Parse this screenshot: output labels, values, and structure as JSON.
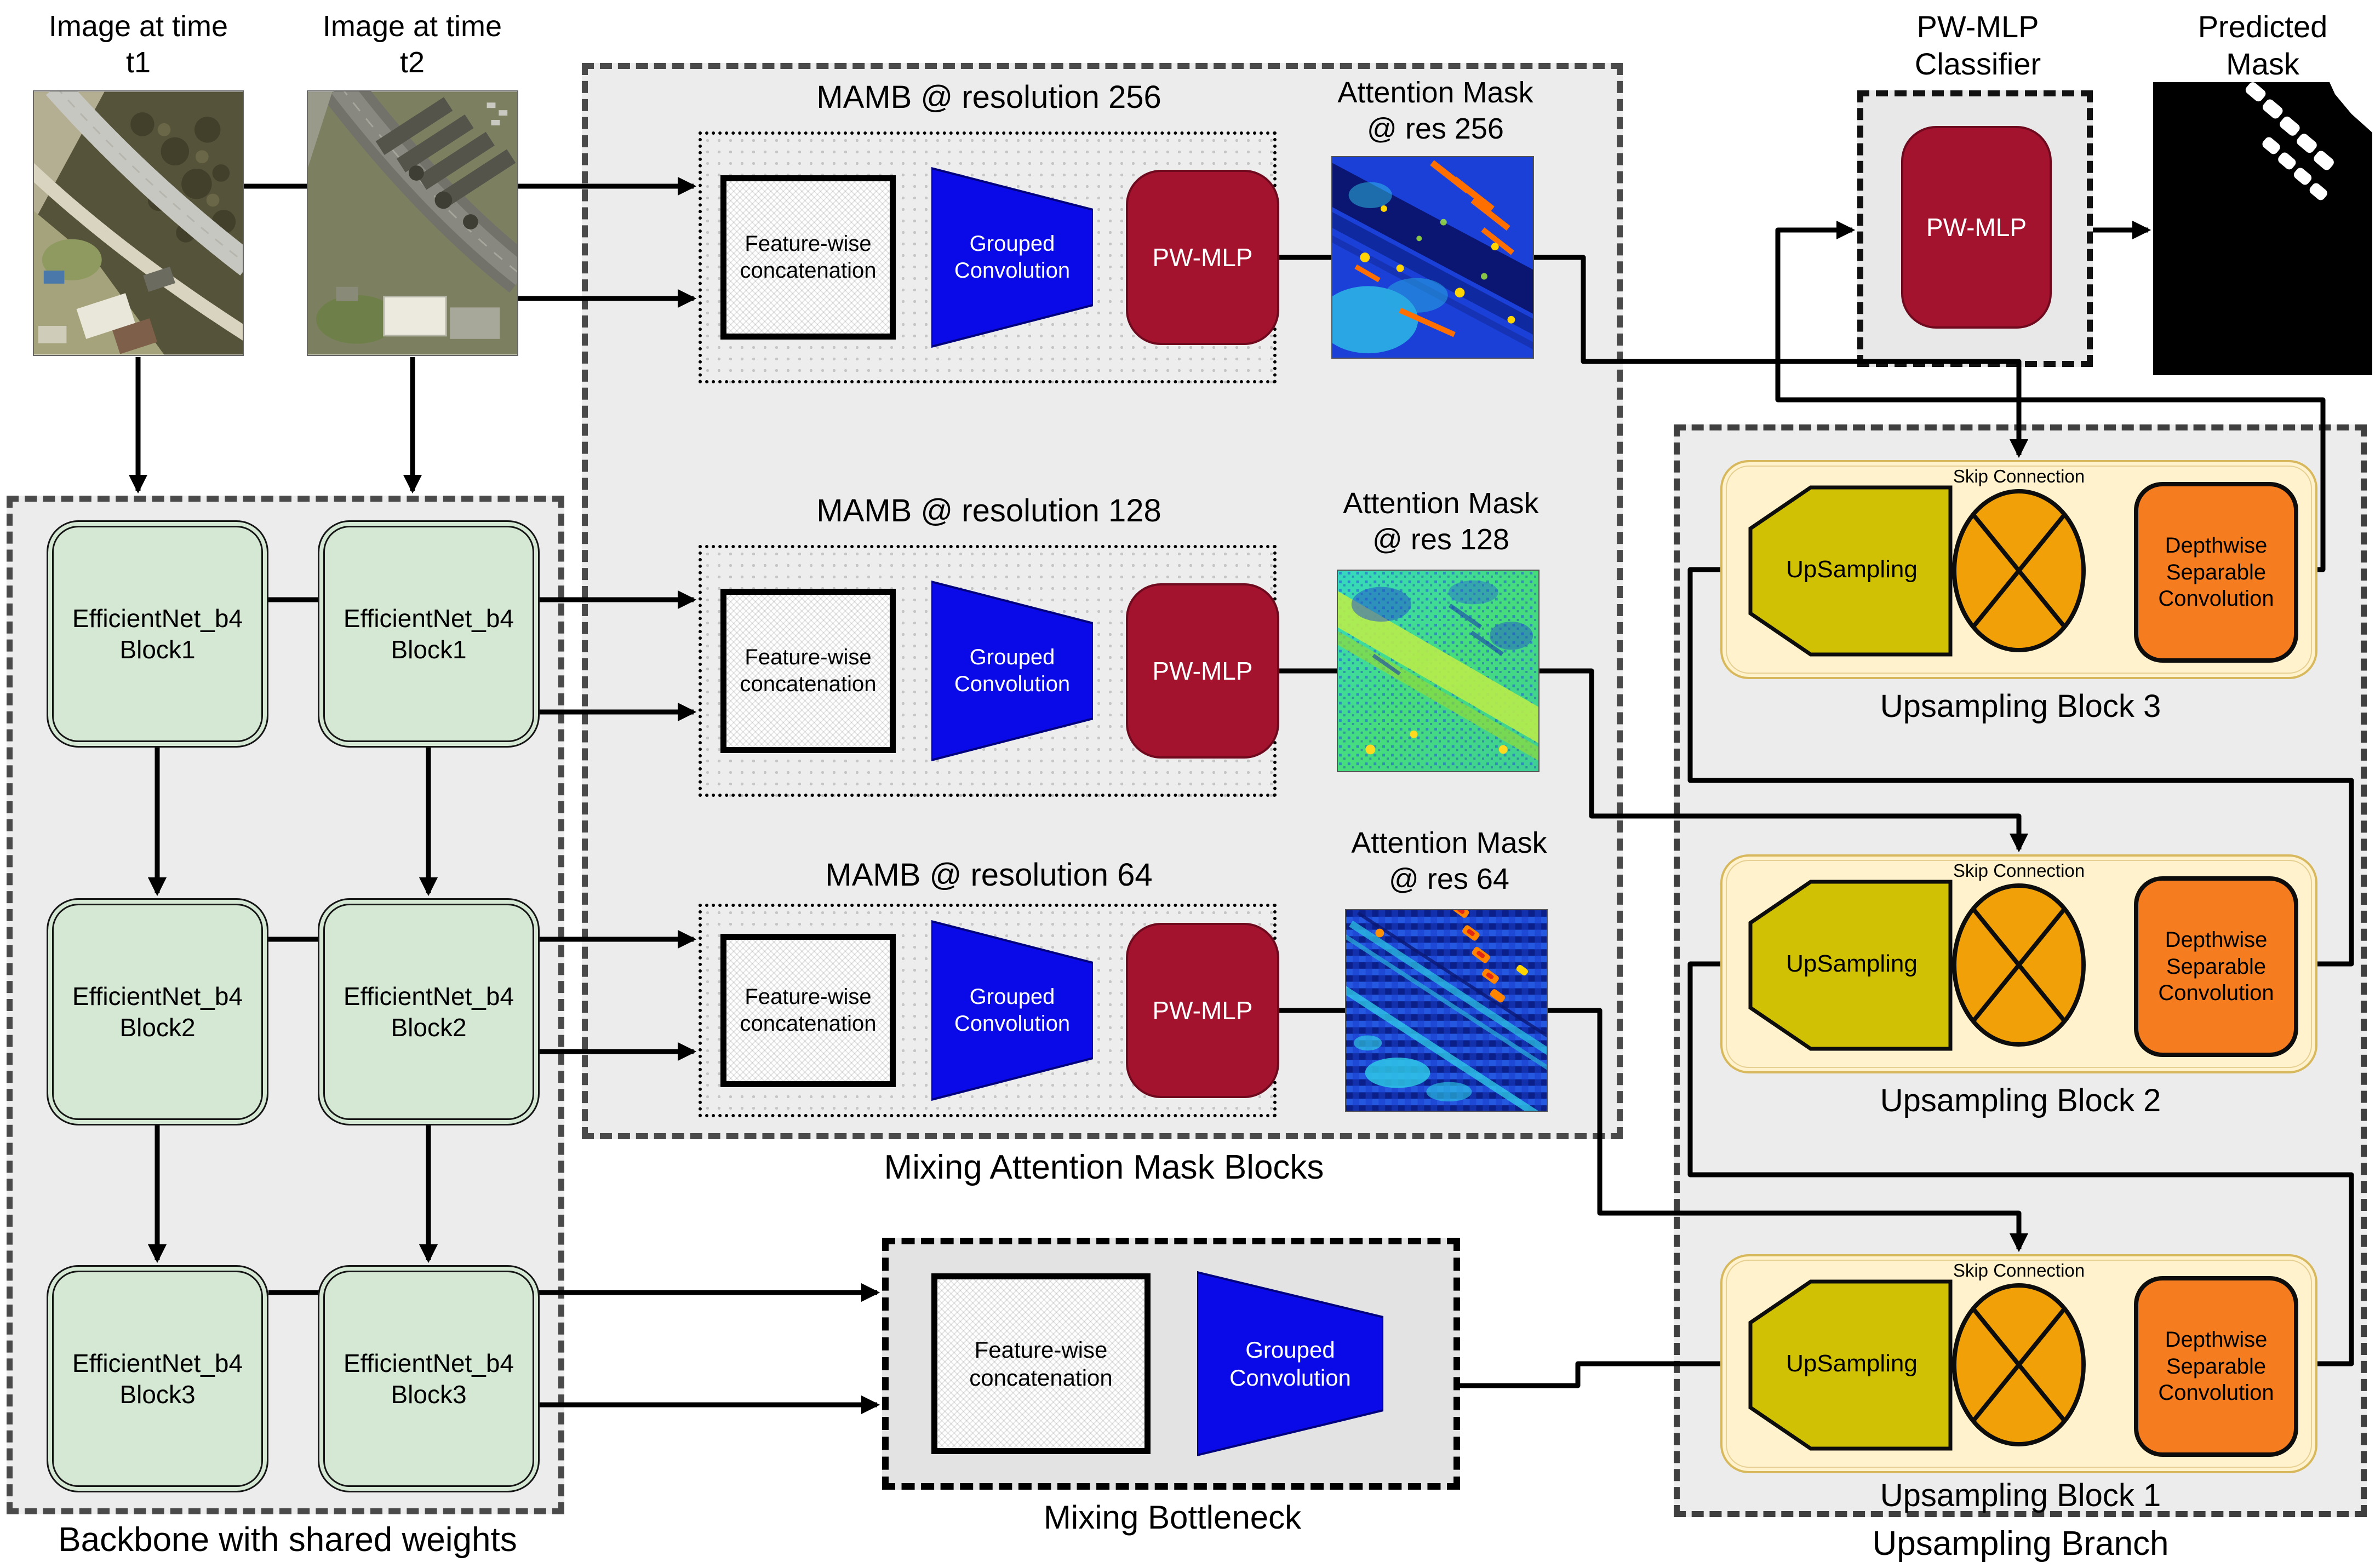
{
  "colors": {
    "backbone_block": "#d5e8d4",
    "grouped_conv_blue": "#0a0ae8",
    "pw_mlp_crimson": "#a3132e",
    "upsampling_yellow": "#d1c104",
    "skip_circle_orange": "#f2a007",
    "dsc_orange": "#f57d1f",
    "upsample_block_cream": "#fff2cc",
    "container_grey": "#ececec"
  },
  "inputs": {
    "t1": {
      "label": "Image at time\nt1"
    },
    "t2": {
      "label": "Image at time\nt2"
    }
  },
  "backbone": {
    "caption": "Backbone with shared weights",
    "blocks": [
      {
        "name": "EfficientNet_b4\nBlock1"
      },
      {
        "name": "EfficientNet_b4\nBlock1"
      },
      {
        "name": "EfficientNet_b4\nBlock2"
      },
      {
        "name": "EfficientNet_b4\nBlock2"
      },
      {
        "name": "EfficientNet_b4\nBlock3"
      },
      {
        "name": "EfficientNet_b4\nBlock3"
      }
    ]
  },
  "mamb": {
    "caption": "Mixing Attention Mask Blocks",
    "rows": [
      {
        "title": "MAMB @ resolution 256",
        "concat": "Feature-wise\nconcatenation",
        "conv": "Grouped\nConvolution",
        "mlp": "PW-MLP",
        "mask_label": "Attention Mask\n@ res 256"
      },
      {
        "title": "MAMB @ resolution 128",
        "concat": "Feature-wise\nconcatenation",
        "conv": "Grouped\nConvolution",
        "mlp": "PW-MLP",
        "mask_label": "Attention Mask\n@ res 128"
      },
      {
        "title": "MAMB @ resolution 64",
        "concat": "Feature-wise\nconcatenation",
        "conv": "Grouped\nConvolution",
        "mlp": "PW-MLP",
        "mask_label": "Attention Mask\n@ res 64"
      }
    ]
  },
  "bottleneck": {
    "caption": "Mixing Bottleneck",
    "concat": "Feature-wise\nconcatenation",
    "conv": "Grouped\nConvolution"
  },
  "upsampling": {
    "caption": "Upsampling Branch",
    "blocks": [
      {
        "label": "Upsampling Block 3",
        "skip": "Skip Connection",
        "up": "UpSampling",
        "dsc": "Depthwise\nSeparable\nConvolution"
      },
      {
        "label": "Upsampling Block 2",
        "skip": "Skip Connection",
        "up": "UpSampling",
        "dsc": "Depthwise\nSeparable\nConvolution"
      },
      {
        "label": "Upsampling Block 1",
        "skip": "Skip Connection",
        "up": "UpSampling",
        "dsc": "Depthwise\nSeparable\nConvolution"
      }
    ]
  },
  "classifier": {
    "label": "PW-MLP\nClassifier",
    "block": "PW-MLP"
  },
  "output": {
    "label": "Predicted\nMask"
  }
}
